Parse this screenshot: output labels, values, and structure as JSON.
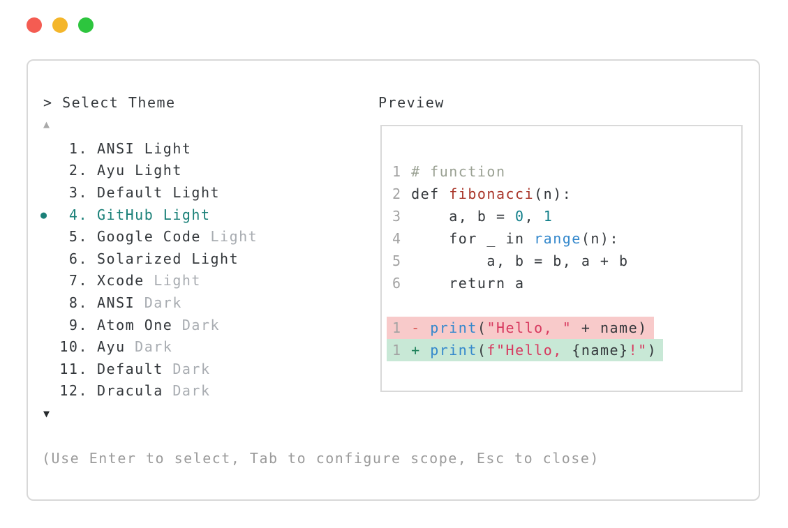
{
  "window": {
    "traffic_lights": [
      {
        "name": "close",
        "color": "#f45c52"
      },
      {
        "name": "minimize",
        "color": "#f4b62b"
      },
      {
        "name": "zoom",
        "color": "#2dc53e"
      }
    ]
  },
  "header": {
    "prompt": ">",
    "title": "Select Theme"
  },
  "scroll": {
    "up_indicator": "▲",
    "down_indicator": "▼"
  },
  "theme_list": {
    "selection_bullet": "●",
    "selected_number": "4.",
    "items": [
      {
        "num": "1.",
        "selected": false,
        "parts": [
          {
            "t": "ANSI Light",
            "s": "fg"
          }
        ]
      },
      {
        "num": "2.",
        "selected": false,
        "parts": [
          {
            "t": "Ayu Light",
            "s": "fg"
          }
        ]
      },
      {
        "num": "3.",
        "selected": false,
        "parts": [
          {
            "t": "Default Light",
            "s": "fg"
          }
        ]
      },
      {
        "num": "4.",
        "selected": true,
        "parts": [
          {
            "t": "GitHub Light",
            "s": "teal"
          }
        ]
      },
      {
        "num": "5.",
        "selected": false,
        "parts": [
          {
            "t": "Google Code ",
            "s": "fg"
          },
          {
            "t": "Light",
            "s": "gray"
          }
        ]
      },
      {
        "num": "6.",
        "selected": false,
        "parts": [
          {
            "t": "Solarized Light",
            "s": "fg"
          }
        ]
      },
      {
        "num": "7.",
        "selected": false,
        "parts": [
          {
            "t": "Xcode ",
            "s": "fg"
          },
          {
            "t": "Light",
            "s": "gray"
          }
        ]
      },
      {
        "num": "8.",
        "selected": false,
        "parts": [
          {
            "t": "ANSI ",
            "s": "fg"
          },
          {
            "t": "Dark",
            "s": "gray"
          }
        ]
      },
      {
        "num": "9.",
        "selected": false,
        "parts": [
          {
            "t": "Atom One ",
            "s": "fg"
          },
          {
            "t": "Dark",
            "s": "gray"
          }
        ]
      },
      {
        "num": "10.",
        "selected": false,
        "parts": [
          {
            "t": "Ayu ",
            "s": "fg"
          },
          {
            "t": "Dark",
            "s": "gray"
          }
        ]
      },
      {
        "num": "11.",
        "selected": false,
        "parts": [
          {
            "t": "Default ",
            "s": "fg"
          },
          {
            "t": "Dark",
            "s": "gray"
          }
        ]
      },
      {
        "num": "12.",
        "selected": false,
        "parts": [
          {
            "t": "Dracula ",
            "s": "fg"
          },
          {
            "t": "Dark",
            "s": "gray"
          }
        ]
      }
    ]
  },
  "preview": {
    "label": "Preview",
    "code_lines": [
      {
        "num": "1",
        "segments": [
          {
            "t": " ",
            "s": "fg"
          },
          {
            "t": "# function",
            "s": "comment"
          }
        ]
      },
      {
        "num": "2",
        "segments": [
          {
            "t": " def ",
            "s": "fg"
          },
          {
            "t": "fibonacci",
            "s": "func"
          },
          {
            "t": "(n):",
            "s": "fg"
          }
        ]
      },
      {
        "num": "3",
        "segments": [
          {
            "t": "     a, b = ",
            "s": "fg"
          },
          {
            "t": "0",
            "s": "numlit"
          },
          {
            "t": ", ",
            "s": "fg"
          },
          {
            "t": "1",
            "s": "numlit"
          }
        ]
      },
      {
        "num": "4",
        "segments": [
          {
            "t": "     for _ in ",
            "s": "fg"
          },
          {
            "t": "range",
            "s": "blue"
          },
          {
            "t": "(n):",
            "s": "fg"
          }
        ]
      },
      {
        "num": "5",
        "segments": [
          {
            "t": "         a, b = b, a + b",
            "s": "fg"
          }
        ]
      },
      {
        "num": "6",
        "segments": [
          {
            "t": "     return a",
            "s": "fg"
          }
        ]
      }
    ],
    "diff_lines": [
      {
        "num": "1",
        "kind": "removed",
        "segments": [
          {
            "t": " ",
            "s": "fg"
          },
          {
            "t": "-",
            "s": "minus"
          },
          {
            "t": " ",
            "s": "fg"
          },
          {
            "t": "print",
            "s": "blue"
          },
          {
            "t": "(",
            "s": "fg"
          },
          {
            "t": "\"Hello, \"",
            "s": "str"
          },
          {
            "t": " + name)",
            "s": "fg"
          }
        ]
      },
      {
        "num": "1",
        "kind": "added",
        "segments": [
          {
            "t": " ",
            "s": "fg"
          },
          {
            "t": "+",
            "s": "plus"
          },
          {
            "t": " ",
            "s": "fg"
          },
          {
            "t": "print",
            "s": "blue"
          },
          {
            "t": "(",
            "s": "fg"
          },
          {
            "t": "f",
            "s": "str"
          },
          {
            "t": "\"Hello, ",
            "s": "str"
          },
          {
            "t": "{name}",
            "s": "fg"
          },
          {
            "t": "!",
            "s": "str"
          },
          {
            "t": "\"",
            "s": "str"
          },
          {
            "t": ")",
            "s": "fg"
          }
        ]
      }
    ]
  },
  "footer": {
    "hint": "(Use Enter to select, Tab to configure scope, Esc to close)"
  },
  "colors": {
    "foreground": "#33373b",
    "muted_gray": "#a8acb1",
    "accent_teal": "#1a8078",
    "comment": "#9aa193",
    "function_name": "#a93529",
    "number_literal": "#117f8a",
    "builtin_blue": "#3488cc",
    "string_red": "#d7385e",
    "diff_minus": "#d9534f",
    "diff_plus": "#20825c",
    "line_number": "#a3a3a3",
    "diff_removed_bg": "#f8caca",
    "diff_added_bg": "#c8e8d6",
    "panel_border": "#d8d8d8",
    "hint_text": "#9b9b9b"
  }
}
